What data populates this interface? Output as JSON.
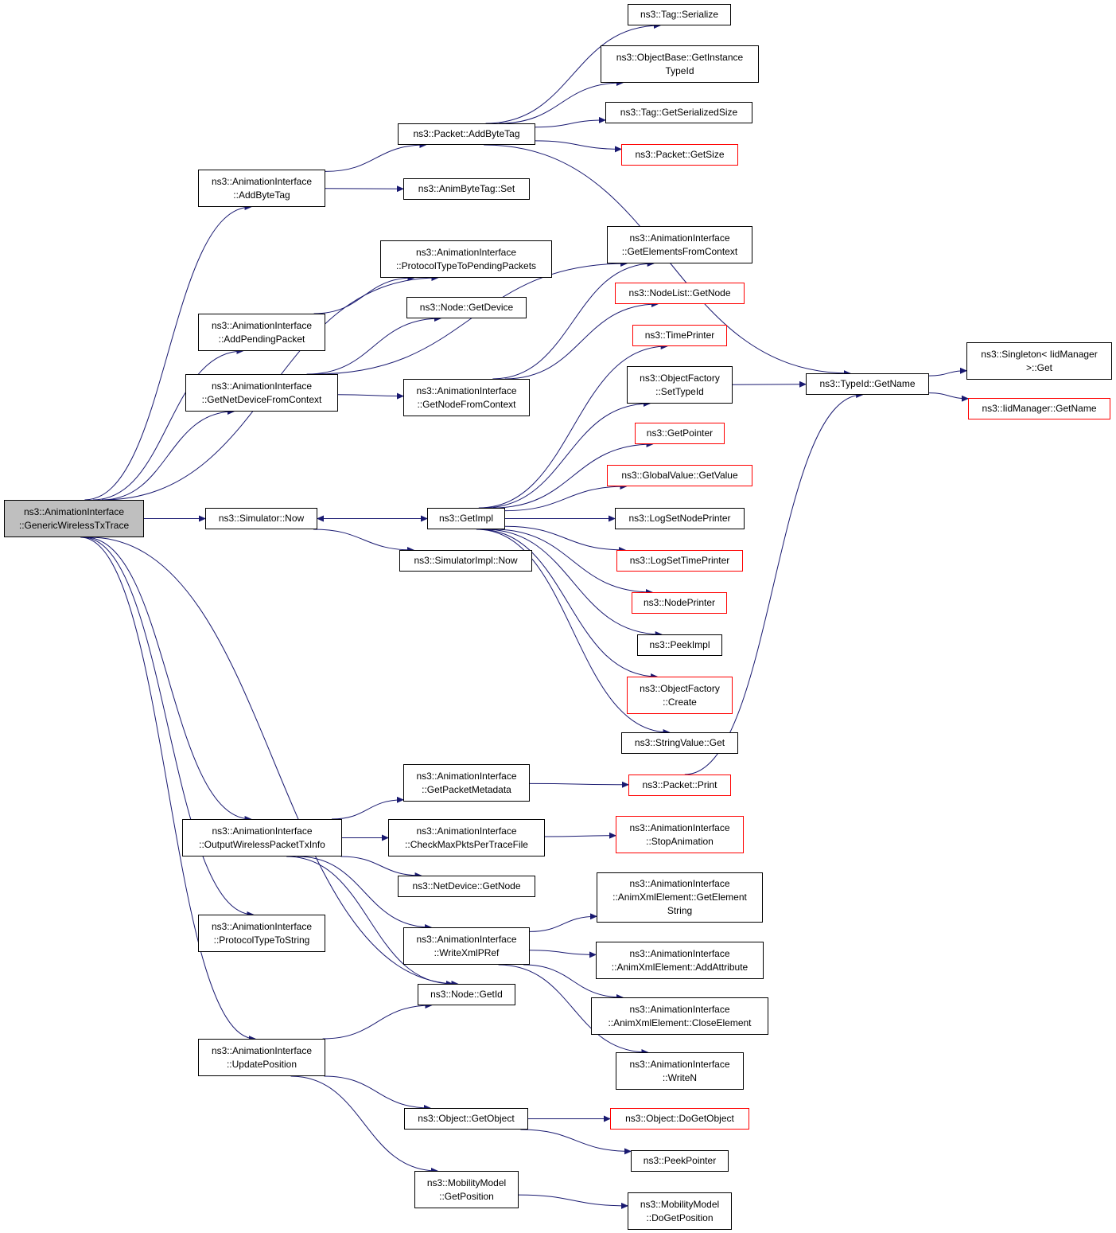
{
  "graph": {
    "root": "root",
    "nodes": [
      {
        "id": "root",
        "label": "ns3::AnimationInterface\n::GenericWirelessTxTrace",
        "style": "root"
      },
      {
        "id": "addByteTag",
        "label": "ns3::AnimationInterface\n::AddByteTag",
        "style": "normal"
      },
      {
        "id": "protoPending",
        "label": "ns3::AnimationInterface\n::ProtocolTypeToPendingPackets",
        "style": "normal"
      },
      {
        "id": "addPending",
        "label": "ns3::AnimationInterface\n::AddPendingPacket",
        "style": "normal"
      },
      {
        "id": "getNetDev",
        "label": "ns3::AnimationInterface\n::GetNetDeviceFromContext",
        "style": "normal"
      },
      {
        "id": "simNow",
        "label": "ns3::Simulator::Now",
        "style": "normal"
      },
      {
        "id": "outWireless",
        "label": "ns3::AnimationInterface\n::OutputWirelessPacketTxInfo",
        "style": "normal"
      },
      {
        "id": "protoStr",
        "label": "ns3::AnimationInterface\n::ProtocolTypeToString",
        "style": "normal"
      },
      {
        "id": "updPos",
        "label": "ns3::AnimationInterface\n::UpdatePosition",
        "style": "normal"
      },
      {
        "id": "pktAddByteTag",
        "label": "ns3::Packet::AddByteTag",
        "style": "normal"
      },
      {
        "id": "animSet",
        "label": "ns3::AnimByteTag::Set",
        "style": "normal"
      },
      {
        "id": "nodeGetDevice",
        "label": "ns3::Node::GetDevice",
        "style": "normal"
      },
      {
        "id": "getNodeCtx",
        "label": "ns3::AnimationInterface\n::GetNodeFromContext",
        "style": "normal"
      },
      {
        "id": "getImpl",
        "label": "ns3::GetImpl",
        "style": "normal"
      },
      {
        "id": "simImplNow",
        "label": "ns3::SimulatorImpl::Now",
        "style": "normal"
      },
      {
        "id": "getPktMeta",
        "label": "ns3::AnimationInterface\n::GetPacketMetadata",
        "style": "normal"
      },
      {
        "id": "checkMax",
        "label": "ns3::AnimationInterface\n::CheckMaxPktsPerTraceFile",
        "style": "normal"
      },
      {
        "id": "ndGetNode",
        "label": "ns3::NetDevice::GetNode",
        "style": "normal"
      },
      {
        "id": "writeXml",
        "label": "ns3::AnimationInterface\n::WriteXmlPRef",
        "style": "normal"
      },
      {
        "id": "nodeGetId",
        "label": "ns3::Node::GetId",
        "style": "normal"
      },
      {
        "id": "objGetObject",
        "label": "ns3::Object::GetObject",
        "style": "normal"
      },
      {
        "id": "mobGetPos",
        "label": "ns3::MobilityModel\n::GetPosition",
        "style": "normal"
      },
      {
        "id": "tagSerialize",
        "label": "ns3::Tag::Serialize",
        "style": "normal"
      },
      {
        "id": "getInstTypeId",
        "label": "ns3::ObjectBase::GetInstance\nTypeId",
        "style": "normal"
      },
      {
        "id": "tagSerSize",
        "label": "ns3::Tag::GetSerializedSize",
        "style": "normal"
      },
      {
        "id": "pktGetSize",
        "label": "ns3::Packet::GetSize",
        "style": "truncated"
      },
      {
        "id": "getElemCtx",
        "label": "ns3::AnimationInterface\n::GetElementsFromContext",
        "style": "normal"
      },
      {
        "id": "nodeListGetNode",
        "label": "ns3::NodeList::GetNode",
        "style": "truncated"
      },
      {
        "id": "timePrinter",
        "label": "ns3::TimePrinter",
        "style": "truncated"
      },
      {
        "id": "ofSetTypeId",
        "label": "ns3::ObjectFactory\n::SetTypeId",
        "style": "normal"
      },
      {
        "id": "getPointer",
        "label": "ns3::GetPointer",
        "style": "truncated"
      },
      {
        "id": "gvGetValue",
        "label": "ns3::GlobalValue::GetValue",
        "style": "truncated"
      },
      {
        "id": "logSetNodePrinter",
        "label": "ns3::LogSetNodePrinter",
        "style": "normal"
      },
      {
        "id": "logSetTimePrinter",
        "label": "ns3::LogSetTimePrinter",
        "style": "truncated"
      },
      {
        "id": "nodePrinter",
        "label": "ns3::NodePrinter",
        "style": "truncated"
      },
      {
        "id": "peekImpl",
        "label": "ns3::PeekImpl",
        "style": "normal"
      },
      {
        "id": "ofCreate",
        "label": "ns3::ObjectFactory\n::Create",
        "style": "truncated"
      },
      {
        "id": "strValGet",
        "label": "ns3::StringValue::Get",
        "style": "normal"
      },
      {
        "id": "pktPrint",
        "label": "ns3::Packet::Print",
        "style": "truncated"
      },
      {
        "id": "stopAnim",
        "label": "ns3::AnimationInterface\n::StopAnimation",
        "style": "truncated"
      },
      {
        "id": "getElemStr",
        "label": "ns3::AnimationInterface\n::AnimXmlElement::GetElement\nString",
        "style": "normal"
      },
      {
        "id": "addAttr",
        "label": "ns3::AnimationInterface\n::AnimXmlElement::AddAttribute",
        "style": "normal"
      },
      {
        "id": "closeElem",
        "label": "ns3::AnimationInterface\n::AnimXmlElement::CloseElement",
        "style": "normal"
      },
      {
        "id": "writeN",
        "label": "ns3::AnimationInterface\n::WriteN",
        "style": "normal"
      },
      {
        "id": "doGetObject",
        "label": "ns3::Object::DoGetObject",
        "style": "truncated"
      },
      {
        "id": "peekPointer",
        "label": "ns3::PeekPointer",
        "style": "normal"
      },
      {
        "id": "doGetPos",
        "label": "ns3::MobilityModel\n::DoGetPosition",
        "style": "normal"
      },
      {
        "id": "typeIdGetName",
        "label": "ns3::TypeId::GetName",
        "style": "normal"
      },
      {
        "id": "singletonGet",
        "label": "ns3::Singleton< IidManager\n>::Get",
        "style": "normal"
      },
      {
        "id": "iidGetName",
        "label": "ns3::IidManager::GetName",
        "style": "truncated"
      }
    ],
    "edges": [
      [
        "root",
        "addByteTag"
      ],
      [
        "root",
        "protoPending"
      ],
      [
        "root",
        "addPending"
      ],
      [
        "root",
        "getNetDev"
      ],
      [
        "root",
        "simNow"
      ],
      [
        "root",
        "outWireless"
      ],
      [
        "root",
        "protoStr"
      ],
      [
        "root",
        "nodeGetId"
      ],
      [
        "root",
        "updPos"
      ],
      [
        "addByteTag",
        "pktAddByteTag"
      ],
      [
        "addByteTag",
        "animSet"
      ],
      [
        "pktAddByteTag",
        "tagSerialize"
      ],
      [
        "pktAddByteTag",
        "getInstTypeId"
      ],
      [
        "pktAddByteTag",
        "tagSerSize"
      ],
      [
        "pktAddByteTag",
        "pktGetSize"
      ],
      [
        "pktAddByteTag",
        "typeIdGetName"
      ],
      [
        "addPending",
        "protoPending"
      ],
      [
        "getNetDev",
        "nodeGetDevice"
      ],
      [
        "getNetDev",
        "getNodeCtx"
      ],
      [
        "getNetDev",
        "getElemCtx"
      ],
      [
        "getNodeCtx",
        "getElemCtx"
      ],
      [
        "getNodeCtx",
        "nodeListGetNode"
      ],
      [
        "simNow",
        "getImpl"
      ],
      [
        "simNow",
        "simImplNow"
      ],
      [
        "getImpl",
        "timePrinter"
      ],
      [
        "getImpl",
        "ofSetTypeId"
      ],
      [
        "getImpl",
        "getPointer"
      ],
      [
        "getImpl",
        "gvGetValue"
      ],
      [
        "getImpl",
        "logSetNodePrinter"
      ],
      [
        "getImpl",
        "logSetTimePrinter"
      ],
      [
        "getImpl",
        "nodePrinter"
      ],
      [
        "getImpl",
        "peekImpl"
      ],
      [
        "getImpl",
        "ofCreate"
      ],
      [
        "getImpl",
        "strValGet"
      ],
      [
        "getImpl",
        "simNow"
      ],
      [
        "ofSetTypeId",
        "typeIdGetName"
      ],
      [
        "typeIdGetName",
        "singletonGet"
      ],
      [
        "typeIdGetName",
        "iidGetName"
      ],
      [
        "outWireless",
        "getPktMeta"
      ],
      [
        "outWireless",
        "checkMax"
      ],
      [
        "outWireless",
        "ndGetNode"
      ],
      [
        "outWireless",
        "writeXml"
      ],
      [
        "outWireless",
        "nodeGetId"
      ],
      [
        "getPktMeta",
        "pktPrint"
      ],
      [
        "pktPrint",
        "typeIdGetName"
      ],
      [
        "checkMax",
        "stopAnim"
      ],
      [
        "writeXml",
        "getElemStr"
      ],
      [
        "writeXml",
        "addAttr"
      ],
      [
        "writeXml",
        "closeElem"
      ],
      [
        "writeXml",
        "writeN"
      ],
      [
        "updPos",
        "nodeGetId"
      ],
      [
        "updPos",
        "objGetObject"
      ],
      [
        "updPos",
        "mobGetPos"
      ],
      [
        "objGetObject",
        "doGetObject"
      ],
      [
        "objGetObject",
        "peekPointer"
      ],
      [
        "mobGetPos",
        "doGetPos"
      ]
    ]
  }
}
